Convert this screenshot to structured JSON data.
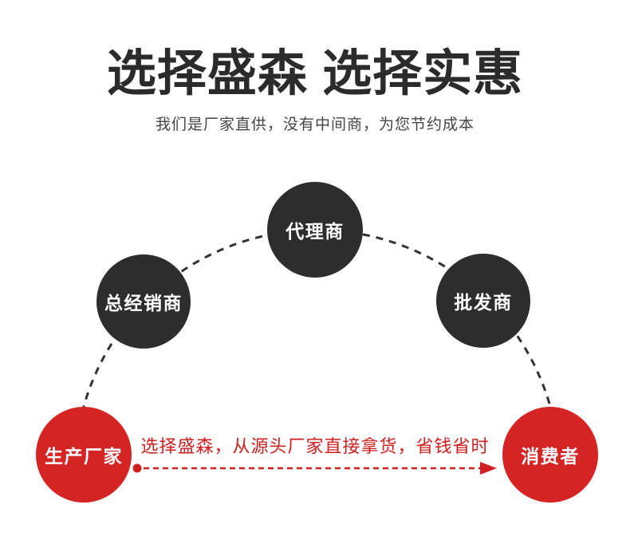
{
  "header": {
    "title": "选择盛森 选择实惠",
    "subtitle": "我们是厂家直供，没有中间商，为您节约成本"
  },
  "diagram": {
    "nodes": [
      {
        "id": "manufacturer",
        "label": "生产厂家",
        "role": "source"
      },
      {
        "id": "general-distributor",
        "label": "总经销商",
        "role": "middleman"
      },
      {
        "id": "agent",
        "label": "代理商",
        "role": "middleman"
      },
      {
        "id": "wholesaler",
        "label": "批发商",
        "role": "middleman"
      },
      {
        "id": "consumer",
        "label": "消费者",
        "role": "endpoint"
      }
    ],
    "direct_arrow_caption": "选择盛森，从源头厂家直接拿货，省钱省时",
    "colors": {
      "middleman_node": "#2d2d2d",
      "highlight_node": "#d42424",
      "chain_line": "#333333",
      "arrow": "#d02020",
      "title_text": "#2b2b2b",
      "subtitle_text": "#454545",
      "node_label_text": "#ffffff"
    }
  }
}
